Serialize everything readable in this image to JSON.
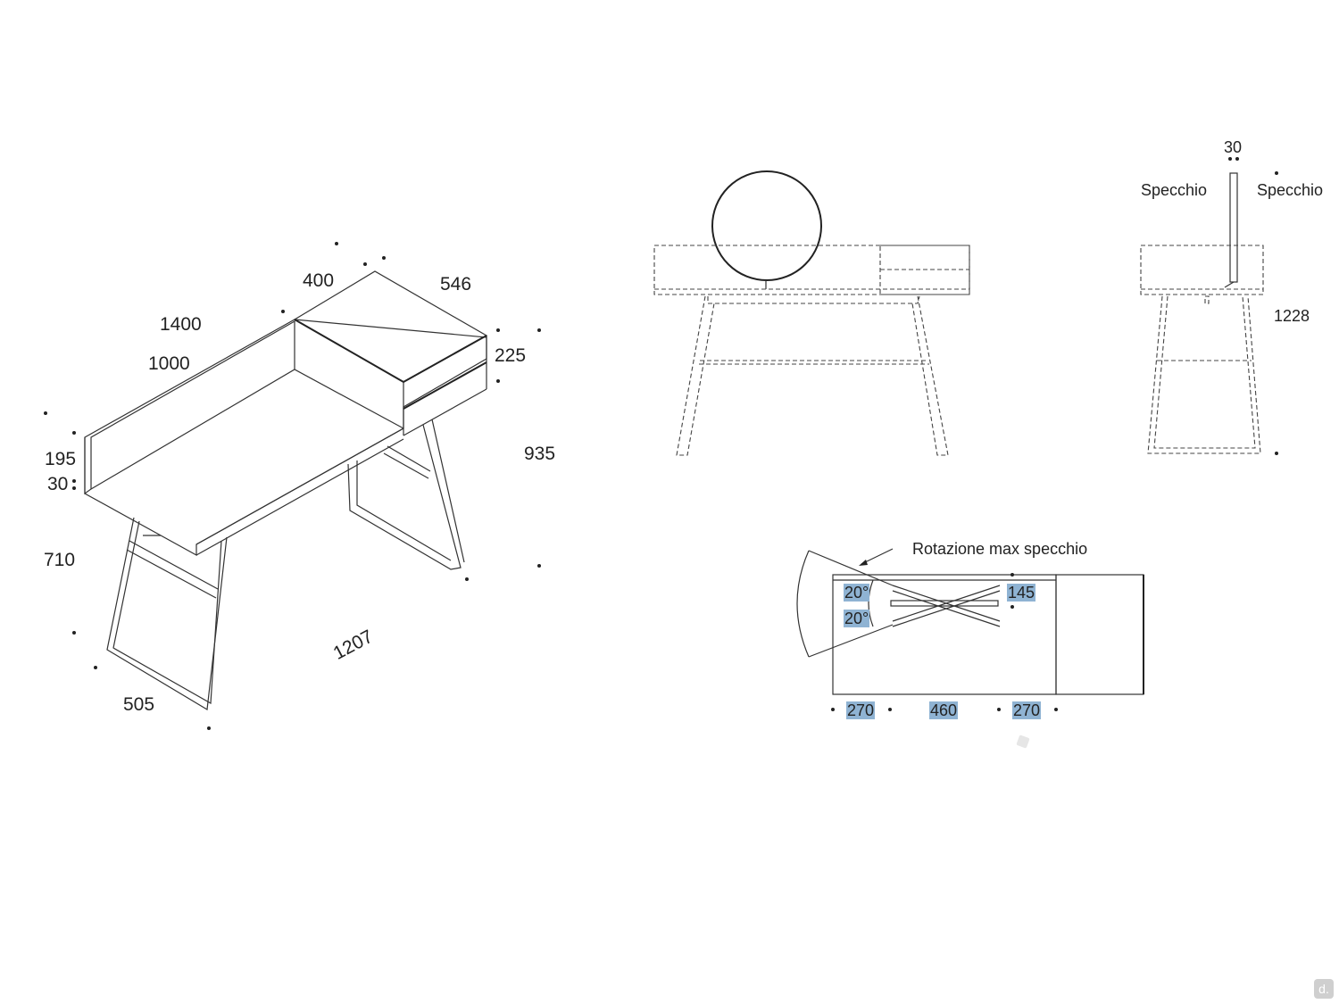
{
  "isometric": {
    "dims": {
      "width_total": "1400",
      "width_inner": "1000",
      "drawer_width": "400",
      "depth": "546",
      "drawer_height": "225",
      "height_total": "935",
      "back_height": "195",
      "top_thickness": "30",
      "table_height": "710",
      "leg_depth": "505",
      "diagonal": "1207"
    }
  },
  "front_view": {},
  "side_view": {
    "mirror_thickness": "30",
    "mirror_label_left": "Specchio",
    "mirror_label_right": "Specchio",
    "height": "1228"
  },
  "top_view": {
    "caption": "Rotazione max specchio",
    "angle_top": "20°",
    "angle_bottom": "20°",
    "mirror_offset": "145",
    "seg_left": "270",
    "seg_middle": "460",
    "seg_right": "270"
  },
  "colors": {
    "highlight": "#8fb3d3",
    "line": "#333333"
  },
  "watermark_icon": "d-logo-icon"
}
